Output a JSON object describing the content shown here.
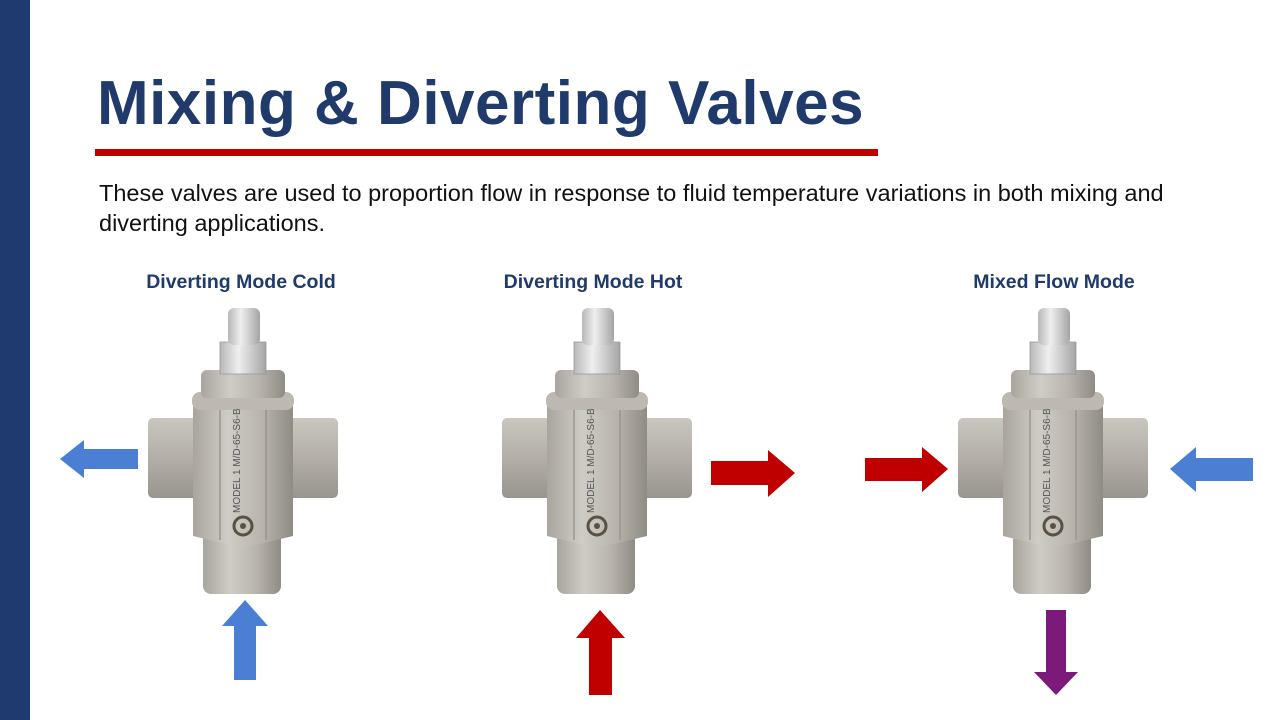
{
  "slide": {
    "title": "Mixing & Diverting Valves",
    "description": "These valves are used to proportion flow in response to fluid temperature variations in both mixing and diverting applications.",
    "colors": {
      "sidebar": "#1f3a6e",
      "title": "#1f3a6b",
      "rule": "#c00000",
      "cold_arrow": "#4a7fd4",
      "hot_arrow": "#c00000",
      "mixed_arrow": "#7b1a7b"
    },
    "panels": [
      {
        "caption": "Diverting Mode Cold",
        "arrows": [
          "cold-left-outlet",
          "cold-up-inlet"
        ]
      },
      {
        "caption": "Diverting Mode Hot",
        "arrows": [
          "hot-right-outlet",
          "hot-up-inlet"
        ]
      },
      {
        "caption": "Mixed Flow Mode",
        "arrows": [
          "hot-right-inlet",
          "cold-left-inlet",
          "mixed-down-outlet"
        ]
      }
    ],
    "valve_label": "MODEL 1 M/D-65-S6-B"
  }
}
